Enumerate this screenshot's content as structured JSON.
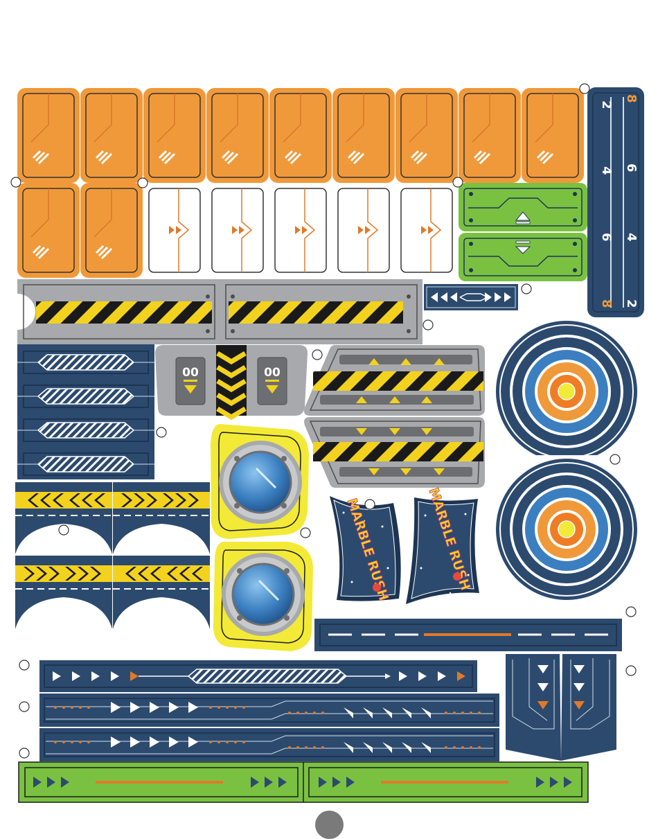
{
  "sheet": {
    "title": "Marble Rush sticker sheet",
    "logo_text": "MARBLE RUSH",
    "ruler_numbers": [
      "8",
      "6",
      "4",
      "2"
    ],
    "counter_label": "00",
    "ruler_label": "2 4 6 8"
  },
  "colors": {
    "orange": "#f0993a",
    "orange_line": "#d9752a",
    "navy": "#2c4a6e",
    "navy_dark": "#1d3553",
    "yellow": "#f2d21e",
    "green": "#7ac142",
    "grey": "#a7a9ac",
    "blue": "#3b7fc0"
  },
  "pieces": {
    "orange_tiles": 11,
    "white_tiles": 5,
    "hazard_bars": 3,
    "targets": 2,
    "portholes": 2,
    "logo_stickers": 2
  }
}
